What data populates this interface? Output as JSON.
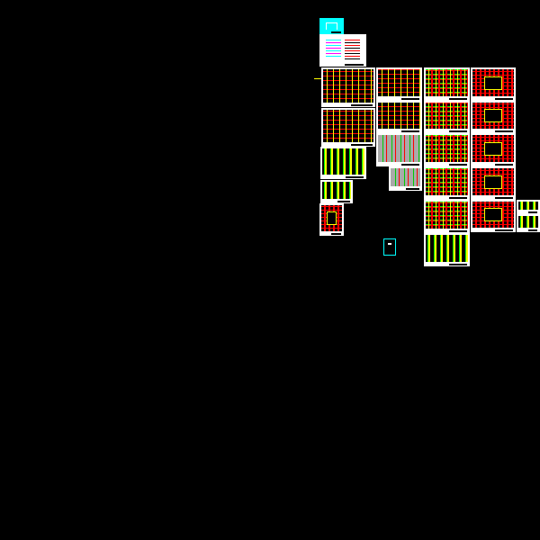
{
  "view": {
    "background_color": "#000000",
    "sheet_frame_color": "#ffffff",
    "accent_colors": {
      "columns": "#ff0000",
      "beams": "#ffff00",
      "rebar": "#00ff00",
      "title_block": "#00ffff",
      "hatch": "#aaaaaa"
    }
  },
  "sheets": [
    {
      "kind": "title-block"
    },
    {
      "kind": "design-notes"
    },
    {
      "kind": "floor-plan"
    },
    {
      "kind": "floor-plan"
    },
    {
      "kind": "column-details"
    },
    {
      "kind": "column-details"
    },
    {
      "kind": "partial-plan"
    },
    {
      "kind": "structural-plan"
    },
    {
      "kind": "structural-plan"
    },
    {
      "kind": "section-details"
    },
    {
      "kind": "section-details"
    },
    {
      "kind": "beam-plan"
    },
    {
      "kind": "beam-plan"
    },
    {
      "kind": "beam-plan"
    },
    {
      "kind": "beam-plan"
    },
    {
      "kind": "beam-plan"
    },
    {
      "kind": "beam-details"
    },
    {
      "kind": "slab-plan"
    },
    {
      "kind": "slab-plan"
    },
    {
      "kind": "slab-plan"
    },
    {
      "kind": "slab-plan"
    },
    {
      "kind": "slab-plan"
    },
    {
      "kind": "stair-details"
    },
    {
      "kind": "stair-details"
    },
    {
      "kind": "legend-block"
    }
  ]
}
